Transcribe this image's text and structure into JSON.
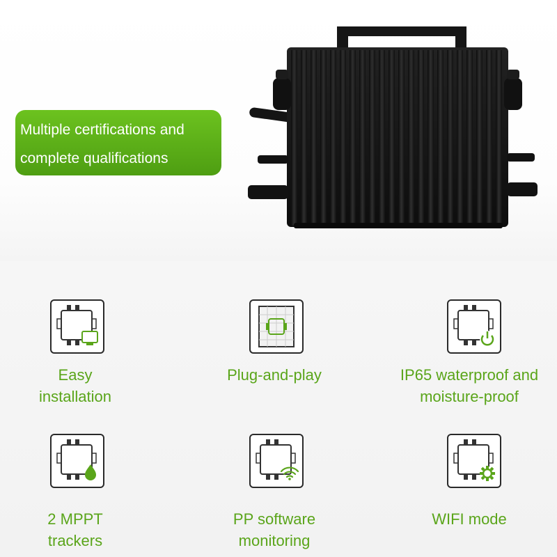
{
  "banner": {
    "line1": "Multiple certifications and",
    "line2": "complete qualifications"
  },
  "accent_color": "#5aa51a",
  "features": [
    {
      "icon": "inverter-monitor-icon",
      "line1": "Easy",
      "line2": "installation"
    },
    {
      "icon": "solar-panel-plug-icon",
      "line1": "Plug-and-play",
      "line2": ""
    },
    {
      "icon": "inverter-power-icon",
      "line1": "IP65 waterproof and",
      "line2": "moisture-proof"
    },
    {
      "icon": "inverter-water-drop-icon",
      "line1": "2 MPPT",
      "line2": "trackers"
    },
    {
      "icon": "inverter-wifi-icon",
      "line1": "PP software",
      "line2": "monitoring"
    },
    {
      "icon": "inverter-gear-icon",
      "line1": "WIFI mode",
      "line2": ""
    }
  ]
}
